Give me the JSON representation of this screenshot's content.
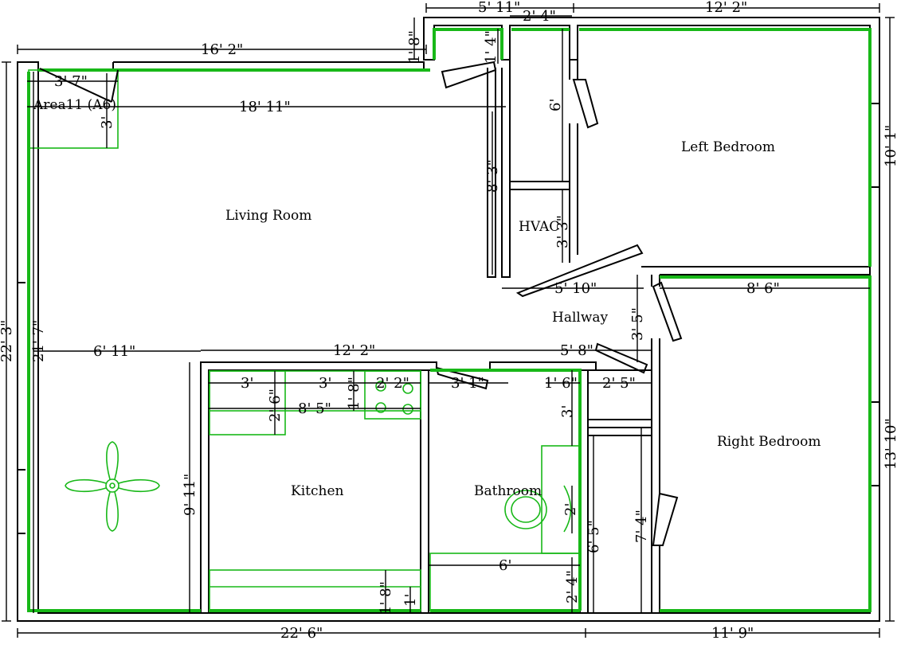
{
  "rooms": {
    "area": "Area11 (A6)",
    "living": "Living Room",
    "left_bedroom": "Left Bedroom",
    "hvac": "HVAC",
    "hallway": "Hallway",
    "right_bedroom": "Right Bedroom",
    "kitchen": "Kitchen",
    "bathroom": "Bathroom"
  },
  "dims": {
    "d_5_11": "5' 11\"",
    "d_2_4_top": "2' 4\"",
    "d_12_2_top": "12' 2\"",
    "d_1_8_top": "1' 8\"",
    "d_16_2": "16' 2\"",
    "d_1_4": "1' 4\"",
    "d_3_7": "3' 7\"",
    "d_18_11": "18' 11\"",
    "d_3_area": "3'",
    "d_6": "6'",
    "d_10_1": "10' 1\"",
    "d_8_3": "8' 3\"",
    "d_3_3": "3' 3\"",
    "d_22_3": "22' 3\"",
    "d_21_7": "21' 7\"",
    "d_5_10": "5' 10\"",
    "d_8_6": "8' 6\"",
    "d_3_5": "3' 5\"",
    "d_6_11": "6' 11\"",
    "d_12_2_mid": "12' 2\"",
    "d_5_8": "5' 8\"",
    "d_3_k1": "3'",
    "d_3_k2": "3'",
    "d_2_2": "2' 2\"",
    "d_3_1": "3' 1\"",
    "d_1_6": "1' 6\"",
    "d_2_5": "2' 5\"",
    "d_2_6": "2' 6\"",
    "d_1_8_k": "1' 8\"",
    "d_8_5": "8' 5\"",
    "d_3_bath": "3'",
    "d_13_10": "13' 10\"",
    "d_9_11": "9' 11\"",
    "d_2_bath": "2'",
    "d_6_5": "6' 5\"",
    "d_7_4": "7' 4\"",
    "d_6_bath": "6'",
    "d_1_8_bot": "1' 8\"",
    "d_1_bot": "1'",
    "d_2_4_bot": "2' 4\"",
    "d_22_6": "22' 6\"",
    "d_11_9": "11' 9\""
  }
}
